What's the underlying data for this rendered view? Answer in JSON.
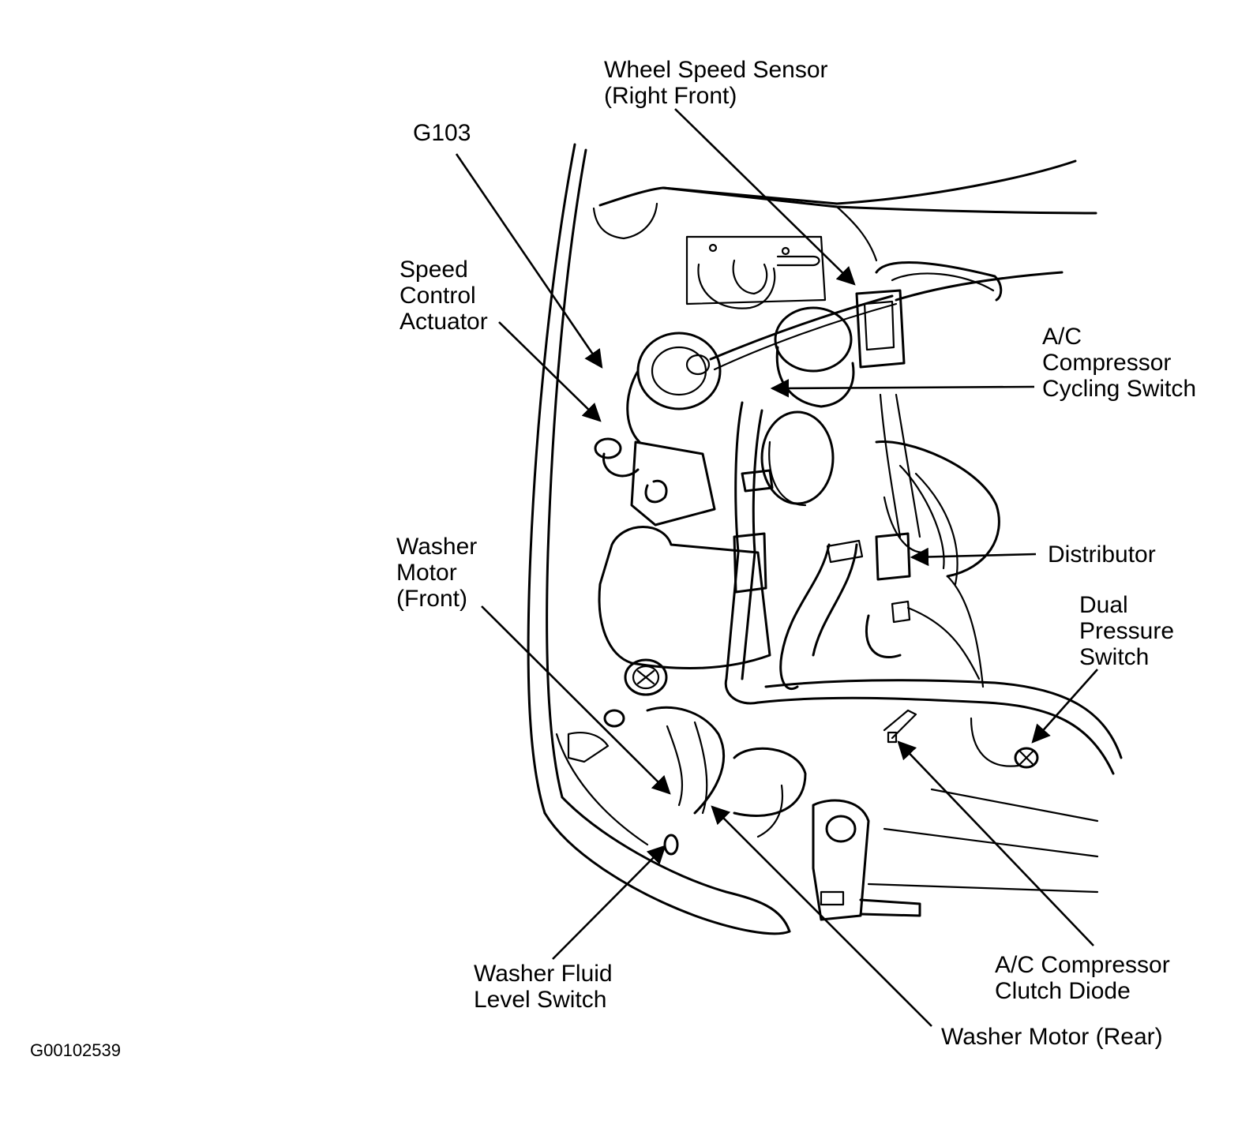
{
  "diagram": {
    "figure_code": "G00102539",
    "ink_color": "#000000",
    "background_color": "#ffffff",
    "callouts": {
      "wheel_speed_sensor": [
        "Wheel Speed Sensor",
        "(Right Front)"
      ],
      "g103": [
        "G103"
      ],
      "speed_control_actuator": [
        "Speed",
        "Control",
        "Actuator"
      ],
      "ac_compressor_cycling_switch": [
        "A/C",
        "Compressor",
        "Cycling Switch"
      ],
      "distributor": [
        "Distributor"
      ],
      "washer_motor_front": [
        "Washer",
        "Motor",
        "(Front)"
      ],
      "dual_pressure_switch": [
        "Dual",
        "Pressure",
        "Switch"
      ],
      "washer_fluid_level_switch": [
        "Washer Fluid",
        "Level Switch"
      ],
      "ac_compressor_clutch_diode": [
        "A/C Compressor",
        "Clutch Diode"
      ],
      "washer_motor_rear": [
        "Washer Motor (Rear)"
      ]
    }
  }
}
